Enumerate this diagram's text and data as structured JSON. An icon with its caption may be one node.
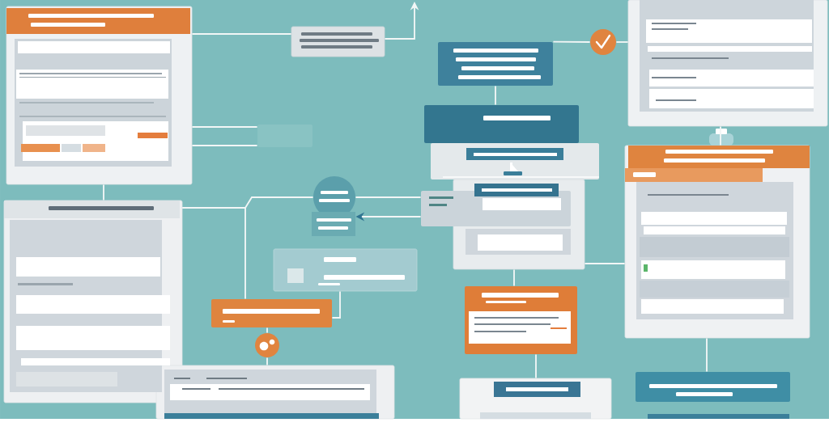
{
  "diagram": {
    "nodes": [
      {
        "text": [],
        "shape": "box"
      },
      {
        "text": [],
        "shape": "box"
      },
      {
        "text": [],
        "shape": "box"
      },
      {
        "text": [],
        "shape": "circle"
      },
      {
        "text": [],
        "shape": "box"
      },
      {
        "text": [],
        "shape": "box"
      },
      {
        "text": [],
        "shape": "box"
      },
      {
        "text": [],
        "shape": "box"
      },
      {
        "text": [],
        "shape": "box"
      },
      {
        "text": [],
        "shape": "box"
      },
      {
        "text": [],
        "shape": "circle"
      },
      {
        "text": [],
        "shape": "box"
      },
      {
        "text": [],
        "shape": "box"
      },
      {
        "text": [],
        "shape": "box"
      },
      {
        "text": [],
        "shape": "box"
      },
      {
        "text": [],
        "shape": "circle"
      },
      {
        "text": [],
        "shape": "box"
      },
      {
        "text": [],
        "shape": "box"
      },
      {
        "text": [],
        "shape": "box"
      },
      {
        "text": [],
        "shape": "box"
      }
    ],
    "edges": [
      {
        "from": 0,
        "to": 1,
        "arrow": "none"
      },
      {
        "from": 1,
        "to": null,
        "arrow": "to"
      },
      {
        "from": 2,
        "to": 3,
        "arrow": "none"
      },
      {
        "from": 3,
        "to": 4,
        "arrow": "none"
      },
      {
        "from": 2,
        "to": 5,
        "arrow": "none"
      },
      {
        "from": 0,
        "to": 12,
        "arrow": "none"
      },
      {
        "from": 0,
        "to": 12,
        "arrow": "none"
      },
      {
        "from": 4,
        "to": 9,
        "arrow": "none"
      },
      {
        "from": 0,
        "to": 11,
        "arrow": "none"
      },
      {
        "from": 11,
        "to": 10,
        "arrow": "none"
      },
      {
        "from": 10,
        "to": 8,
        "arrow": "none"
      },
      {
        "from": 8,
        "to": 10,
        "arrow": "to"
      },
      {
        "from": 11,
        "to": 14,
        "arrow": "none"
      },
      {
        "from": 13,
        "to": 14,
        "arrow": "none"
      },
      {
        "from": 14,
        "to": 15,
        "arrow": "none"
      },
      {
        "from": 15,
        "to": 17,
        "arrow": "none"
      },
      {
        "from": 7,
        "to": 16,
        "arrow": "none"
      },
      {
        "from": 16,
        "to": 18,
        "arrow": "none"
      },
      {
        "from": 9,
        "to": 19,
        "arrow": "none"
      },
      {
        "from": 7,
        "to": 9,
        "arrow": "none"
      }
    ]
  }
}
